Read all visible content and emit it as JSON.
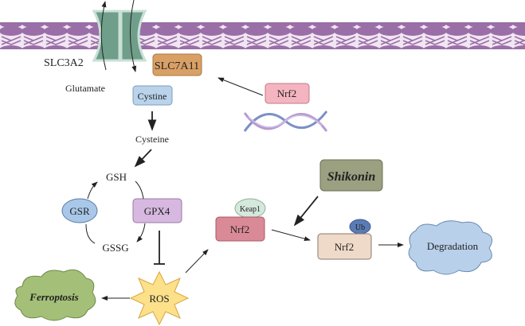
{
  "labels": {
    "slc3a2": "SLC3A2",
    "slc7a11": "SLC7A11",
    "glutamate": "Glutamate",
    "cystine": "Cystine",
    "cysteine": "Cysteine",
    "gsh": "GSH",
    "gsr": "GSR",
    "gpx4": "GPX4",
    "gssg": "GSSG",
    "ros": "ROS",
    "ferroptosis": "Ferroptosis",
    "keap1": "Keap1",
    "nrf2_keap": "Nrf2",
    "shikonin": "Shikonin",
    "ub": "Ub",
    "nrf2_ub": "Nrf2",
    "degradation": "Degradation",
    "nrf2_top": "Nrf2"
  },
  "colors": {
    "membrane": "#9a6ea6",
    "channel": "#6f9e8a",
    "slc7a11": "#d9a066",
    "cystine": "#b9d3ea",
    "gsr": "#a9c7e8",
    "gpx4": "#d6b8e0",
    "ros": "#fce08a",
    "ferroptosis": "#a4bf78",
    "keap1": "#d4e8dc",
    "nrf2_keap": "#d98a96",
    "shikonin": "#9aa080",
    "ub": "#5b7bb5",
    "nrf2_ub": "#efd9c8",
    "degradation": "#b9d0ea",
    "nrf2_top": "#f4b5c0"
  }
}
